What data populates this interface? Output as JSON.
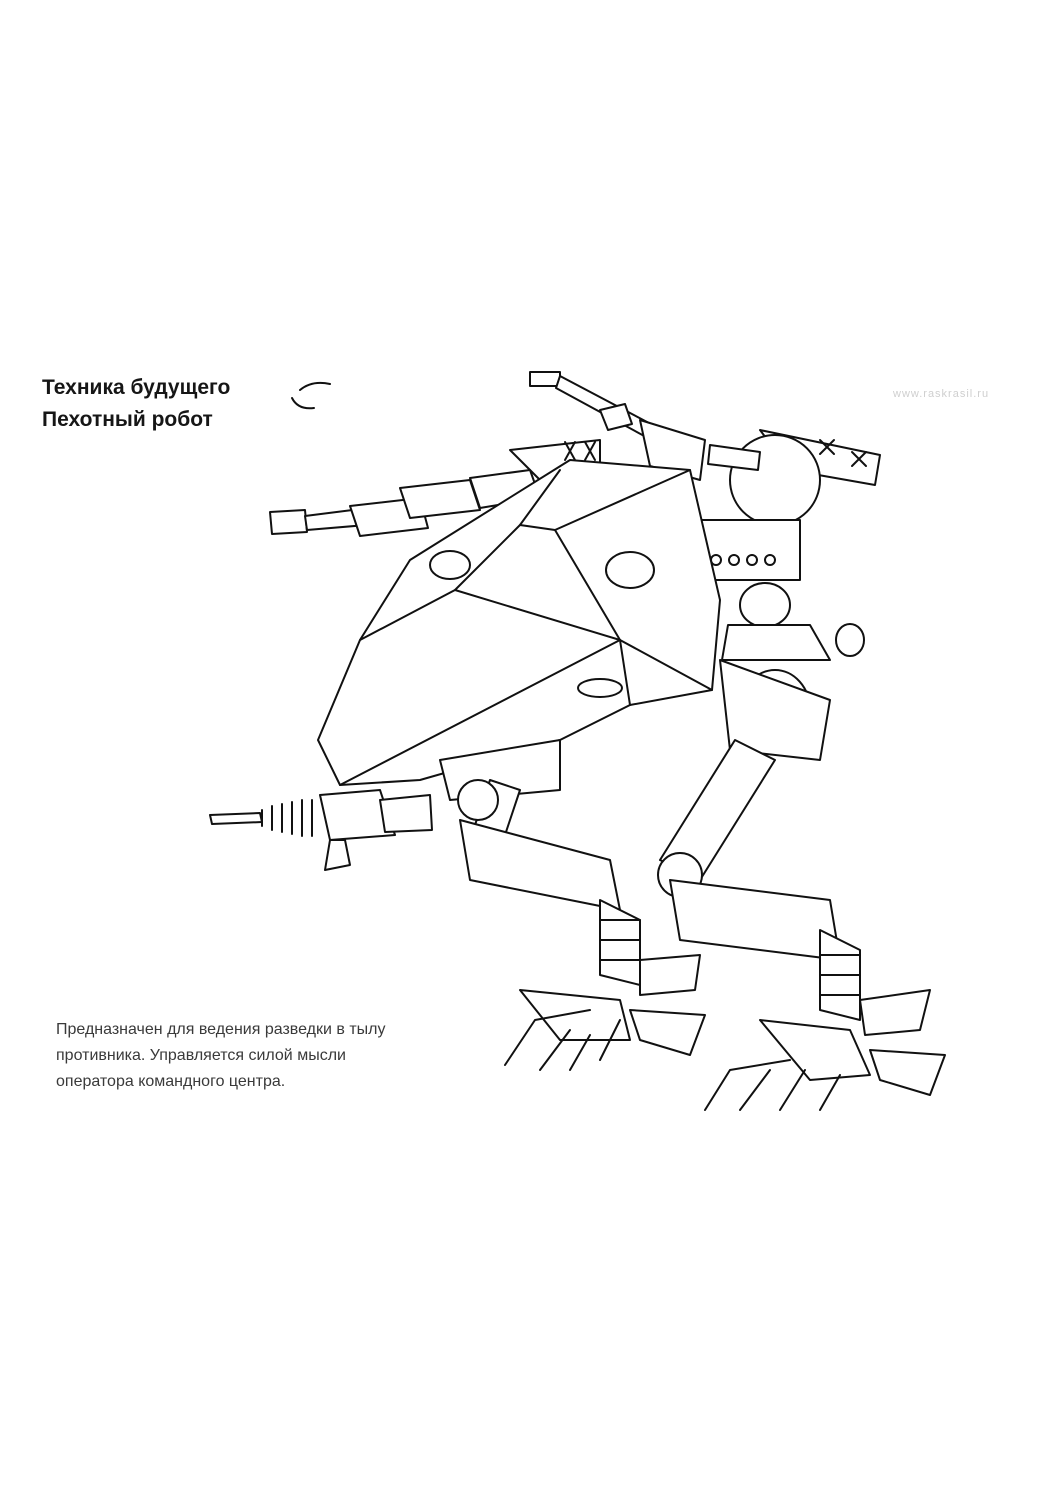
{
  "title": {
    "line1": "Техника будущего",
    "line2": "Пехотный робот"
  },
  "watermark": "www.raskrasil.ru",
  "caption": {
    "line1": "Предназначен для ведения разведки в тылу",
    "line2": "противника. Управляется силой мысли",
    "line3": "оператора командного центра."
  },
  "illustration": {
    "subject": "robot-walker-icon",
    "line_color": "#111111",
    "background": "#ffffff"
  }
}
